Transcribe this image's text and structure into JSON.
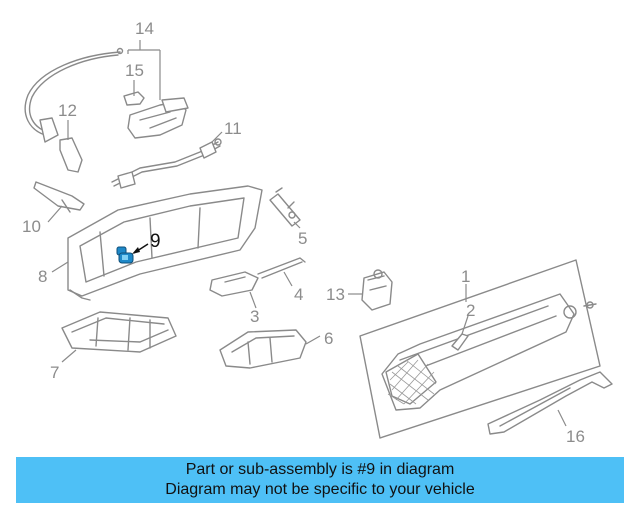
{
  "diagram": {
    "callouts": {
      "c1": "1",
      "c2": "2",
      "c3": "3",
      "c4": "4",
      "c5": "5",
      "c6": "6",
      "c7": "7",
      "c8": "8",
      "c9": "9",
      "c10": "10",
      "c11": "11",
      "c12": "12",
      "c13": "13",
      "c14": "14",
      "c15": "15",
      "c16": "16"
    },
    "highlighted_part": "9",
    "highlight_color": "#1e88c8"
  },
  "banner": {
    "line1": "Part or sub-assembly is #9 in diagram",
    "line2": "Diagram may not be specific to your vehicle",
    "background": "#4ec0f6"
  }
}
